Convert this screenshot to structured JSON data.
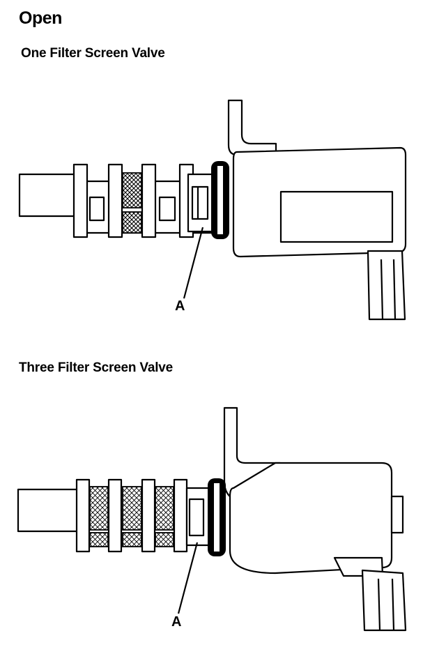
{
  "title": "Open",
  "figures": [
    {
      "caption": "One Filter Screen Valve",
      "callout_label": "A"
    },
    {
      "caption": "Three Filter Screen Valve",
      "callout_label": "A"
    }
  ]
}
